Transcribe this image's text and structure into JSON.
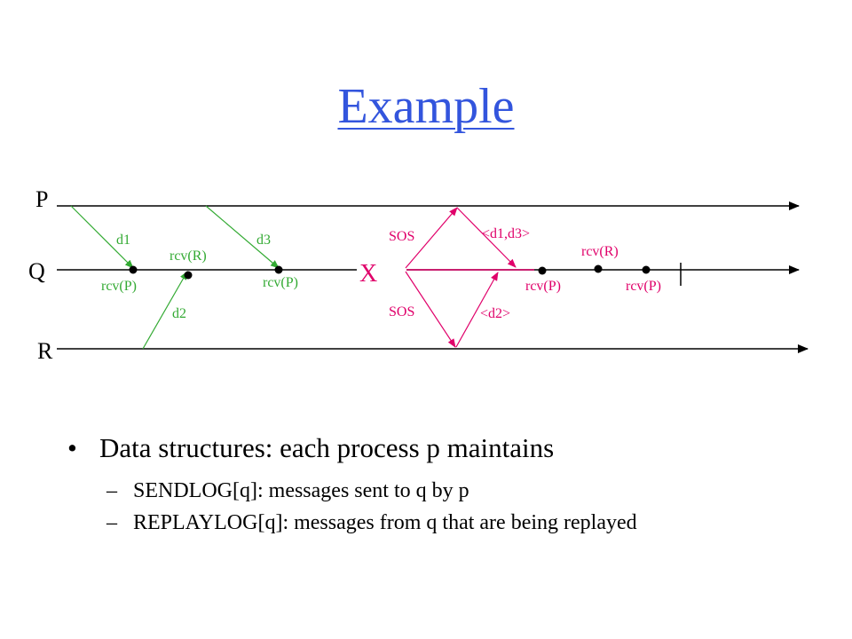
{
  "title": "Example",
  "diagram": {
    "processes": [
      "P",
      "Q",
      "R"
    ],
    "crash_marker": "X",
    "colors": {
      "axis": "#000000",
      "pre_failure": "#33aa33",
      "recovery": "#e0006a"
    },
    "green_labels": {
      "d1": "d1",
      "d3": "d3",
      "d2": "d2",
      "rcv_p_1": "rcv(P)",
      "rcv_r": "rcv(R)",
      "rcv_p_2": "rcv(P)"
    },
    "pink_labels": {
      "sos_top": "SOS",
      "sos_bottom": "SOS",
      "log_p": "<d1,d3>",
      "log_r": "<d2>",
      "rcv_r": "rcv(R)",
      "rcv_p_1": "rcv(P)",
      "rcv_p_2": "rcv(P)"
    }
  },
  "bullets": [
    {
      "text": "Data structures: each process p maintains",
      "sub": [
        "SENDLOG[q]: messages sent to q by p",
        "REPLAYLOG[q]: messages from q that are being replayed"
      ]
    }
  ],
  "bullet_marks": {
    "level1": "•",
    "level2": "–"
  }
}
